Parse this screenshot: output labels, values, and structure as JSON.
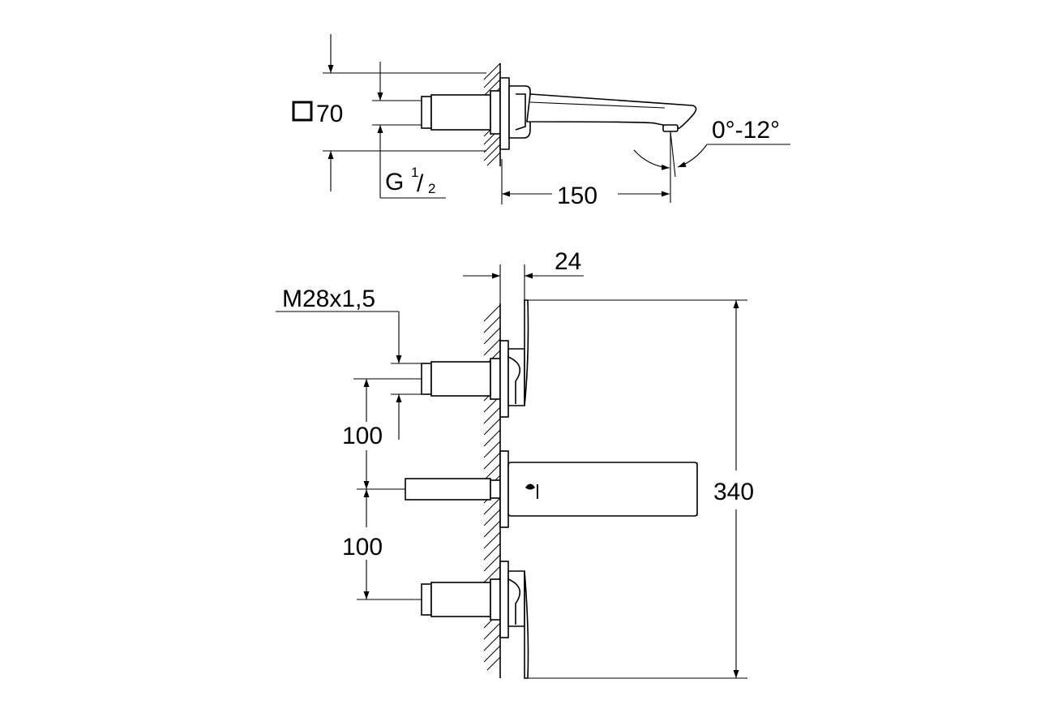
{
  "top_view": {
    "square_label": "70",
    "thread_label_main": "G",
    "thread_label_num": "1",
    "thread_label_den": "2",
    "length_label": "150",
    "angle_label": "0°-12°"
  },
  "front_view": {
    "depth_label": "24",
    "thread_label": "M28x1,5",
    "spacing_upper_label": "100",
    "spacing_lower_label": "100",
    "height_label": "340"
  }
}
